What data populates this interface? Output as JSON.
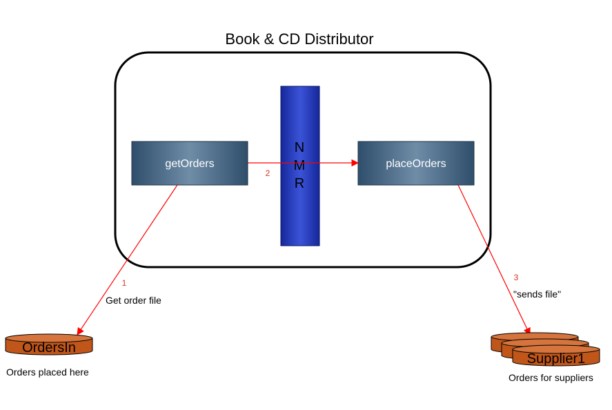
{
  "diagram": {
    "title": "Book & CD  Distributor",
    "nodes": {
      "get_orders": "getOrders",
      "place_orders": "placeOrders",
      "nmr": [
        "N",
        "M",
        "R"
      ],
      "orders_in": "OrdersIn",
      "supplier": "Supplier1"
    },
    "edges": {
      "step1_number": "1",
      "step1_label": "Get order file",
      "step2_number": "2",
      "step3_number": "3",
      "step3_label": "\"sends file\""
    },
    "captions": {
      "orders_in": "Orders placed here",
      "supplier": "Orders for suppliers"
    }
  },
  "colors": {
    "arrow": "#ff0000",
    "step_label": "#e0321e",
    "box_edge": "#2f4e6b",
    "box_center": "#6f8da7",
    "nmr_dark": "#15289a",
    "nmr_light": "#3b53d8",
    "db_body": "#c1561a",
    "db_top": "#d5743c",
    "db_outline": "#000000",
    "container_outline": "#000000"
  }
}
